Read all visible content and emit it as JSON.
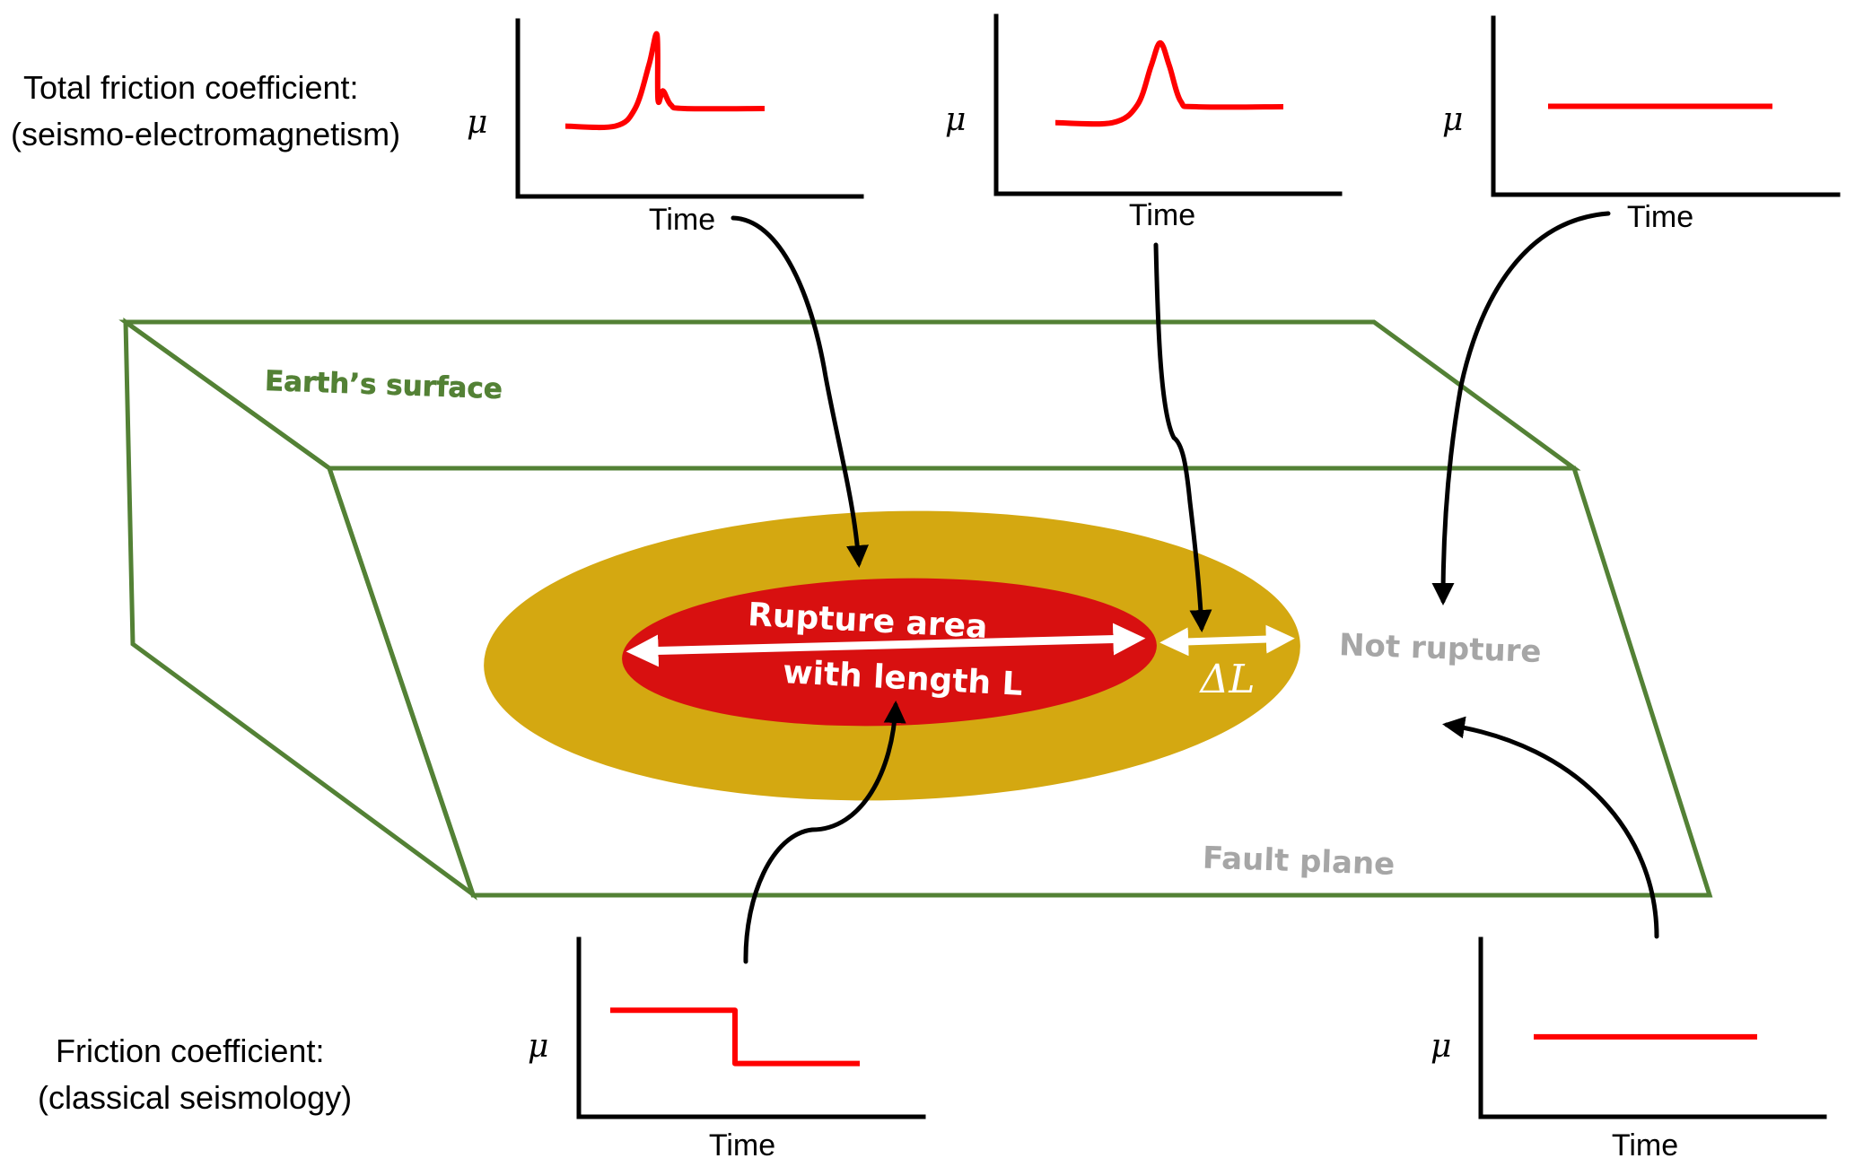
{
  "title_labels": {
    "top_condition_line1": "Total friction coefficient:",
    "top_condition_line2": "(seismo-electromagnetism)",
    "bottom_condition_line1": "Friction coefficient:",
    "bottom_condition_line2": "(classical seismology)"
  },
  "region_labels": {
    "earth_surface": "Earth’s surface",
    "rupture_line1": "Rupture area",
    "rupture_line2": "with length L",
    "delta_l": "ΔL",
    "not_rupture": "Not rupture",
    "fault_plane": "Fault plane"
  },
  "colors": {
    "surface_fill": "#adbaa2",
    "edge_green": "#538135",
    "outer_zone": "#d4a811",
    "rupture_zone": "#d81010",
    "curve_red": "#ff0000",
    "region_gray": "#a6a6a6"
  },
  "chart_data": [
    {
      "type": "line",
      "name": "seismo-em-rupture",
      "title": "",
      "xlabel": "Time",
      "ylabel": "μ",
      "description": "Baseline, rise to sharp peak with small secondary bump, then elevated plateau",
      "x": [
        0,
        0.25,
        0.35,
        0.42,
        0.46,
        0.465,
        0.49,
        0.53,
        0.6,
        1.0
      ],
      "y": [
        0.4,
        0.4,
        0.5,
        0.75,
        0.92,
        0.55,
        0.6,
        0.52,
        0.5,
        0.5
      ]
    },
    {
      "type": "line",
      "name": "seismo-em-transition",
      "title": "",
      "xlabel": "Time",
      "ylabel": "μ",
      "description": "Baseline, smooth single peak, then elevated plateau",
      "x": [
        0,
        0.25,
        0.36,
        0.42,
        0.46,
        0.5,
        0.55,
        0.62,
        1.0
      ],
      "y": [
        0.4,
        0.4,
        0.5,
        0.72,
        0.85,
        0.72,
        0.52,
        0.49,
        0.49
      ]
    },
    {
      "type": "line",
      "name": "seismo-em-not-rupture",
      "title": "",
      "xlabel": "Time",
      "ylabel": "μ",
      "description": "Constant friction",
      "x": [
        0,
        1
      ],
      "y": [
        0.5,
        0.5
      ]
    },
    {
      "type": "line",
      "name": "classical-rupture",
      "title": "",
      "xlabel": "Time",
      "ylabel": "μ",
      "description": "Step drop from high to low friction",
      "x": [
        0,
        0.5,
        0.5,
        1.0
      ],
      "y": [
        0.6,
        0.6,
        0.3,
        0.3
      ]
    },
    {
      "type": "line",
      "name": "classical-not-rupture",
      "title": "",
      "xlabel": "Time",
      "ylabel": "μ",
      "description": "Constant friction",
      "x": [
        0,
        1
      ],
      "y": [
        0.45,
        0.45
      ]
    }
  ]
}
